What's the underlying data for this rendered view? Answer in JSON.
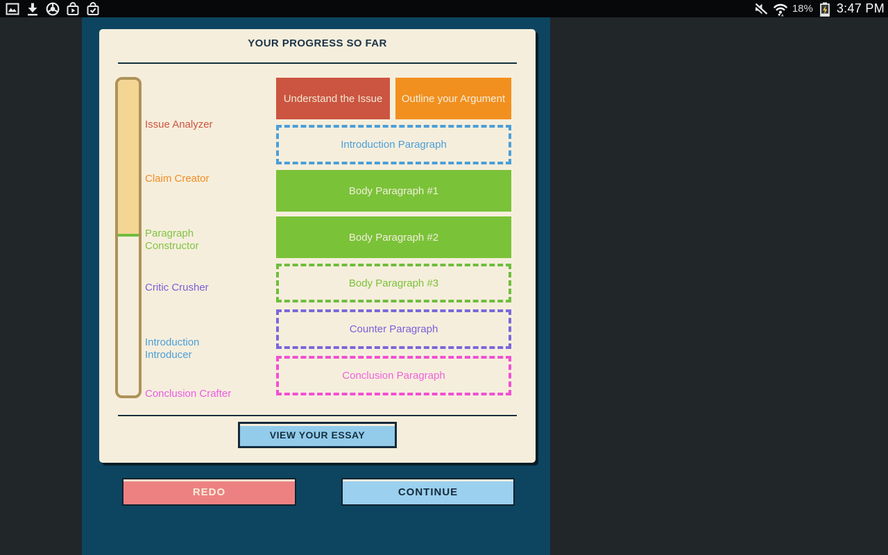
{
  "status_bar": {
    "left_icons": [
      "image-icon",
      "download-icon",
      "chrome-icon",
      "play-store-icon",
      "bag-check-icon"
    ],
    "right_icons": [
      "mute-icon",
      "wifi-icon",
      "battery-charging-icon"
    ],
    "battery_percent": "18%",
    "time": "3:47 PM"
  },
  "progress_card": {
    "title": "YOUR PROGRESS SO FAR",
    "stages": [
      {
        "label": "Issue Analyzer",
        "color": "#cb5540"
      },
      {
        "label": "Claim Creator",
        "color": "#ef8d26"
      },
      {
        "label": "Paragraph Constructor",
        "color": "#82c446"
      },
      {
        "label": "Critic Crusher",
        "color": "#7a60d8"
      },
      {
        "label": "Introduction Introducer",
        "color": "#4b9fd8"
      },
      {
        "label": "Conclusion Crafter",
        "color": "#ea5ce4"
      }
    ],
    "progress_bar": {
      "fill_color": "#f4d694",
      "border_color": "#ad9259",
      "marker_color": "#6fbe3e",
      "filled_to_stage": "Paragraph Constructor"
    },
    "steps": [
      {
        "label": "Understand the Issue",
        "state": "complete",
        "color": "#cb5540"
      },
      {
        "label": "Outline your Argument",
        "state": "complete",
        "color": "#f1901f"
      },
      {
        "label": "Introduction Paragraph",
        "state": "incomplete",
        "color": "#4b9fd8"
      },
      {
        "label": "Body Paragraph #1",
        "state": "complete",
        "color": "#7ac238"
      },
      {
        "label": "Body Paragraph #2",
        "state": "complete",
        "color": "#7ac238"
      },
      {
        "label": "Body Paragraph #3",
        "state": "incomplete",
        "color": "#6fbe3e"
      },
      {
        "label": "Counter Paragraph",
        "state": "incomplete",
        "color": "#7a68da"
      },
      {
        "label": "Conclusion Paragraph",
        "state": "incomplete",
        "color": "#f14fd3"
      }
    ],
    "view_essay_label": "VIEW YOUR ESSAY"
  },
  "footer": {
    "redo_label": "REDO",
    "continue_label": "CONTINUE"
  },
  "palette": {
    "desktop_bg": "#212629",
    "statusbar_bg": "#060809",
    "panel_teal": "#0d4560",
    "card_cream": "#f6eedc",
    "navy_text": "#16303f",
    "button_blue": "#93cceb",
    "button_red": "#ed8182"
  }
}
